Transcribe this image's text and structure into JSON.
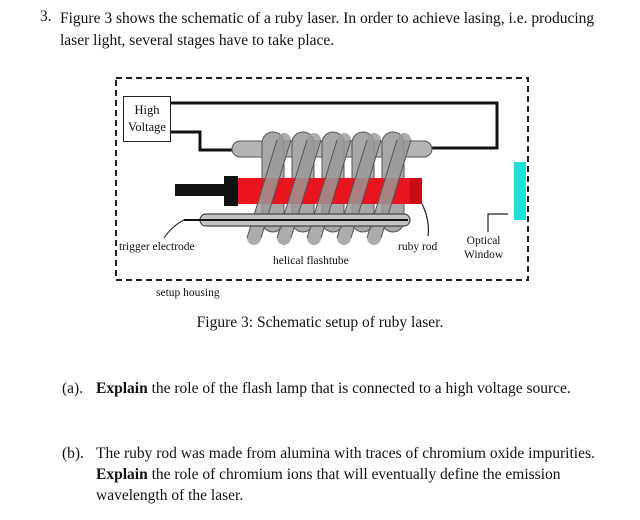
{
  "question": {
    "number": "3.",
    "text": "Figure 3 shows the schematic of a ruby laser. In order to achieve lasing, i.e. producing laser light, several stages have to take place."
  },
  "figure": {
    "labels": {
      "high": "High",
      "voltage": "Voltage",
      "trigger_electrode": "trigger electrode",
      "helical_flashtube": "helical flashtube",
      "ruby_rod": "ruby rod",
      "optical": "Optical",
      "window": "Window",
      "setup_housing": "setup housing"
    },
    "colors": {
      "ruby_rod": "#e8141e",
      "optical_window": "#1ee0d6",
      "flashtube": "#b4b4b4",
      "electrode": "#111111"
    },
    "caption": "Figure 3: Schematic setup of ruby laser."
  },
  "parts": [
    {
      "label": "(a).",
      "bold": "Explain",
      "text": " the role of the flash lamp that is connected to a high voltage source."
    },
    {
      "label": "(b).",
      "text1": "The ruby rod was made from alumina with traces of chromium oxide impurities. ",
      "bold": "Explain",
      "text2": " the role of chromium ions that will eventually define the emission wavelength of the laser."
    }
  ]
}
